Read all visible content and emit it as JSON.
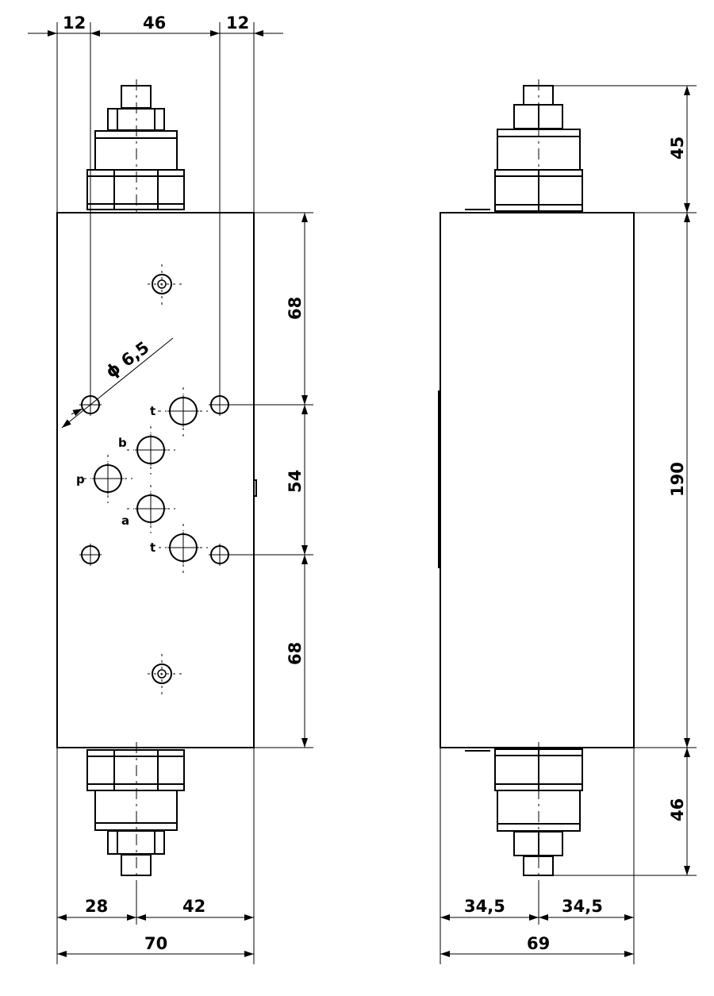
{
  "front_view": {
    "top_dims": [
      "12",
      "46",
      "12"
    ],
    "left_dims": [
      "68",
      "54",
      "68"
    ],
    "bottom_dims": [
      "28",
      "42"
    ],
    "total_width": "70",
    "hole_diameter": "ϕ 6,5",
    "ports": {
      "t_top": "t",
      "b": "b",
      "p": "p",
      "a": "a",
      "t_bottom": "t"
    }
  },
  "side_view": {
    "right_dims": [
      "45",
      "190",
      "46"
    ],
    "bottom_dims": [
      "34,5",
      "34,5"
    ],
    "total_width": "69"
  }
}
